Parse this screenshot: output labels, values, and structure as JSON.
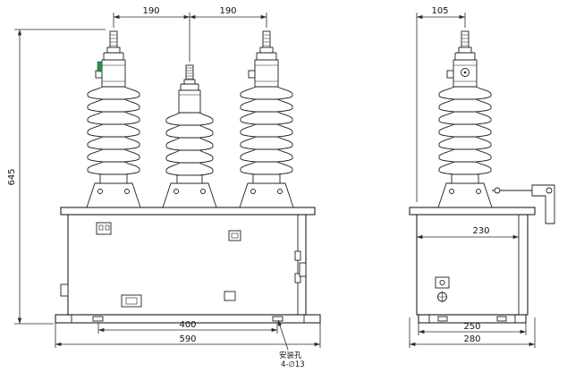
{
  "drawing": {
    "front_view": {
      "dim_pitch_left": "190",
      "dim_pitch_right": "190",
      "dim_height": "645",
      "dim_hole_spacing": "400",
      "dim_overall_width": "590"
    },
    "side_view": {
      "dim_top_offset": "105",
      "dim_depth": "230",
      "dim_base_width": "250",
      "dim_overall_depth": "280"
    },
    "note": {
      "line1": "安装孔",
      "line2": "4-∅13"
    }
  },
  "colors": {
    "line": "#1e1e1e",
    "dimension": "#2a2a2a",
    "accent_green": "#2f8f4e",
    "background": "#ffffff"
  }
}
